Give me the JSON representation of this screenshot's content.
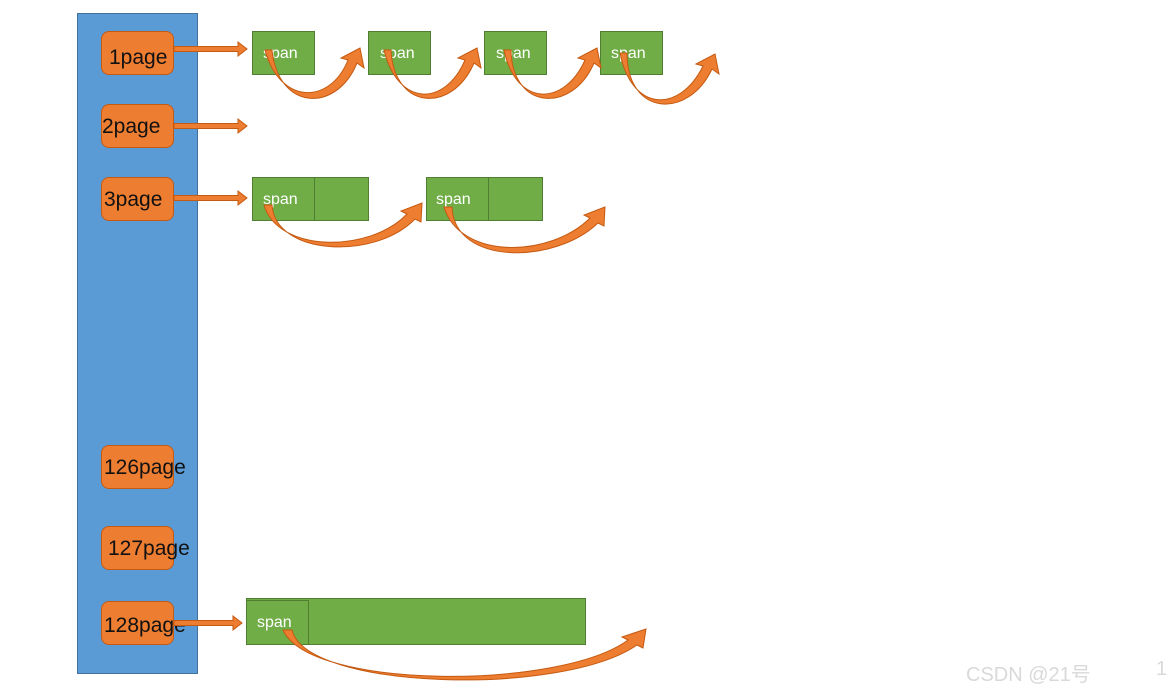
{
  "diagram": {
    "page_labels": {
      "p1": "1page",
      "p2": "2page",
      "p3": "3page",
      "p126": "126page",
      "p127": "127page",
      "p128": "128page"
    },
    "span_label": "span",
    "colors": {
      "column": "#5b9bd5",
      "page_box": "#ed7d31",
      "span": "#70ad47",
      "arrow": "#ed7d31"
    }
  },
  "watermark": {
    "text": "CSDN @21号",
    "edge_number": "1"
  }
}
